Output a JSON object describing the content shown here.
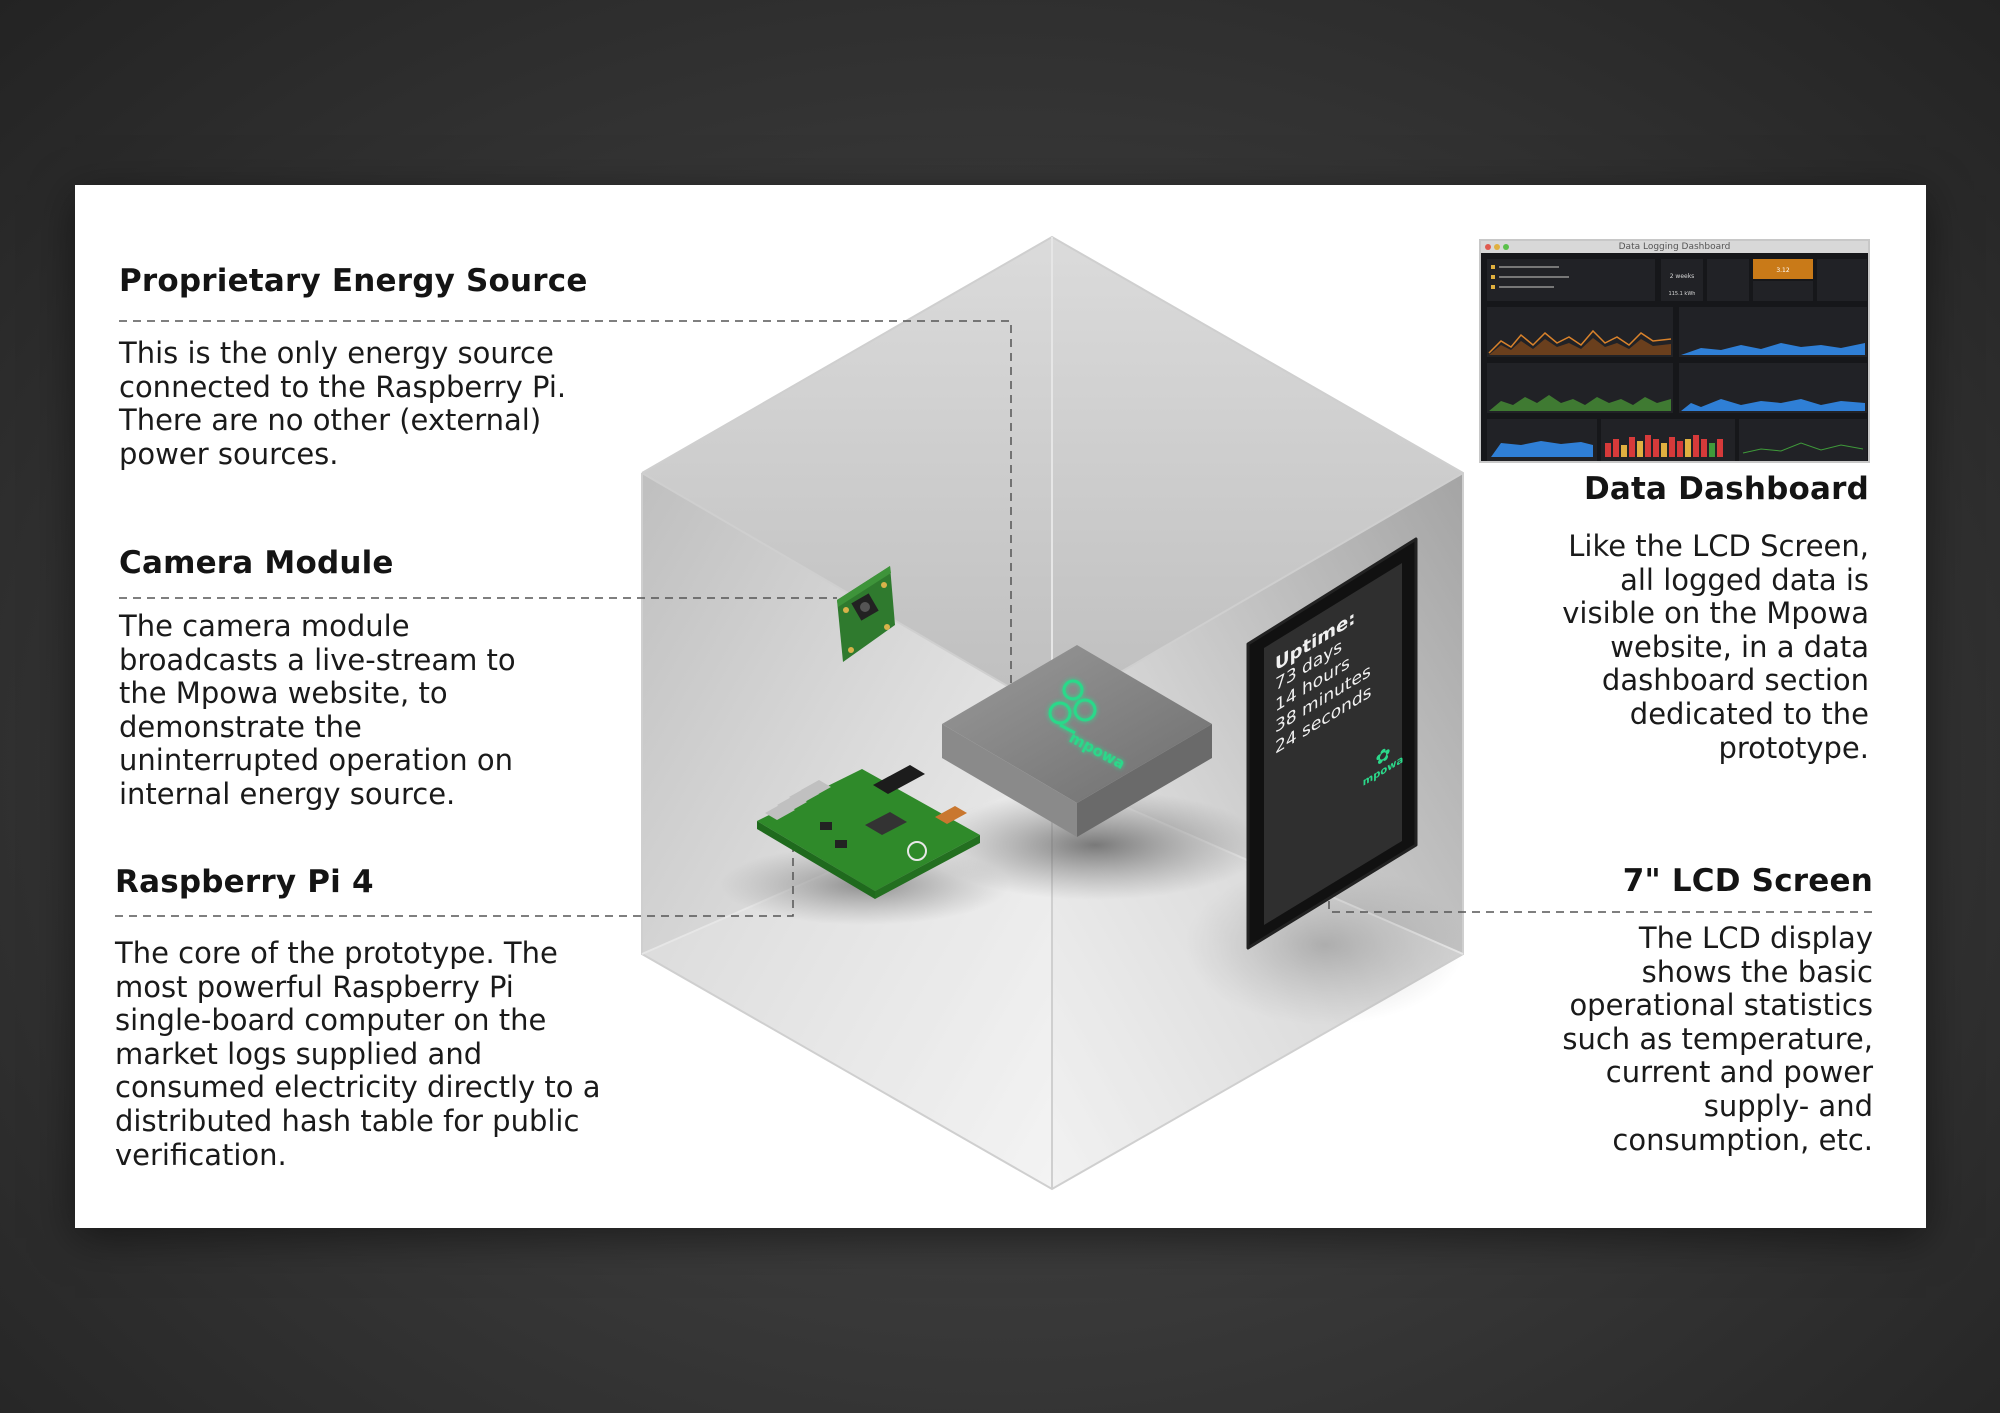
{
  "sections": {
    "energy": {
      "title": "Proprietary Energy Source",
      "lines": [
        "This is the only energy source",
        "connected to the Raspberry Pi.",
        "There are no other (external)",
        "power sources."
      ]
    },
    "camera": {
      "title": "Camera Module",
      "lines": [
        "The camera module",
        "broadcasts a live-stream to",
        "the Mpowa website, to",
        "demonstrate the",
        "uninterrupted operation on",
        "internal energy source."
      ]
    },
    "pi": {
      "title": "Raspberry Pi 4",
      "lines": [
        "The core of the prototype. The",
        "most powerful Raspberry Pi",
        "single-board computer on the",
        "market logs supplied and",
        "consumed electricity directly to a",
        "distributed hash table for public",
        "verification."
      ]
    },
    "dashboard": {
      "title": "Data Dashboard",
      "lines": [
        "Like the LCD Screen,",
        "all logged data is",
        "visible on the Mpowa",
        "website, in a data",
        "dashboard section",
        "dedicated to the",
        "prototype."
      ]
    },
    "lcd": {
      "title": "7\" LCD Screen",
      "lines": [
        "The LCD display",
        "shows the basic",
        "operational statistics",
        "such as temperature,",
        "current and power",
        "supply- and",
        "consumption, etc."
      ]
    }
  },
  "dashboard_thumb": {
    "window_title": "Data Logging Dashboard",
    "stat_1": "2 weeks",
    "stat_2": "3.12",
    "stat_3": "115.1 kWh"
  },
  "lcd_screen": {
    "label": "Uptime:",
    "lines": [
      "73 days",
      "14 hours",
      "38 minutes",
      "24 seconds"
    ],
    "logo_text": "mpowa"
  },
  "box_logo_text": "mpowa",
  "colors": {
    "accent_green": "#2bd98a",
    "board_green": "#2f8a2a",
    "text_dark": "#1a1a1a"
  }
}
